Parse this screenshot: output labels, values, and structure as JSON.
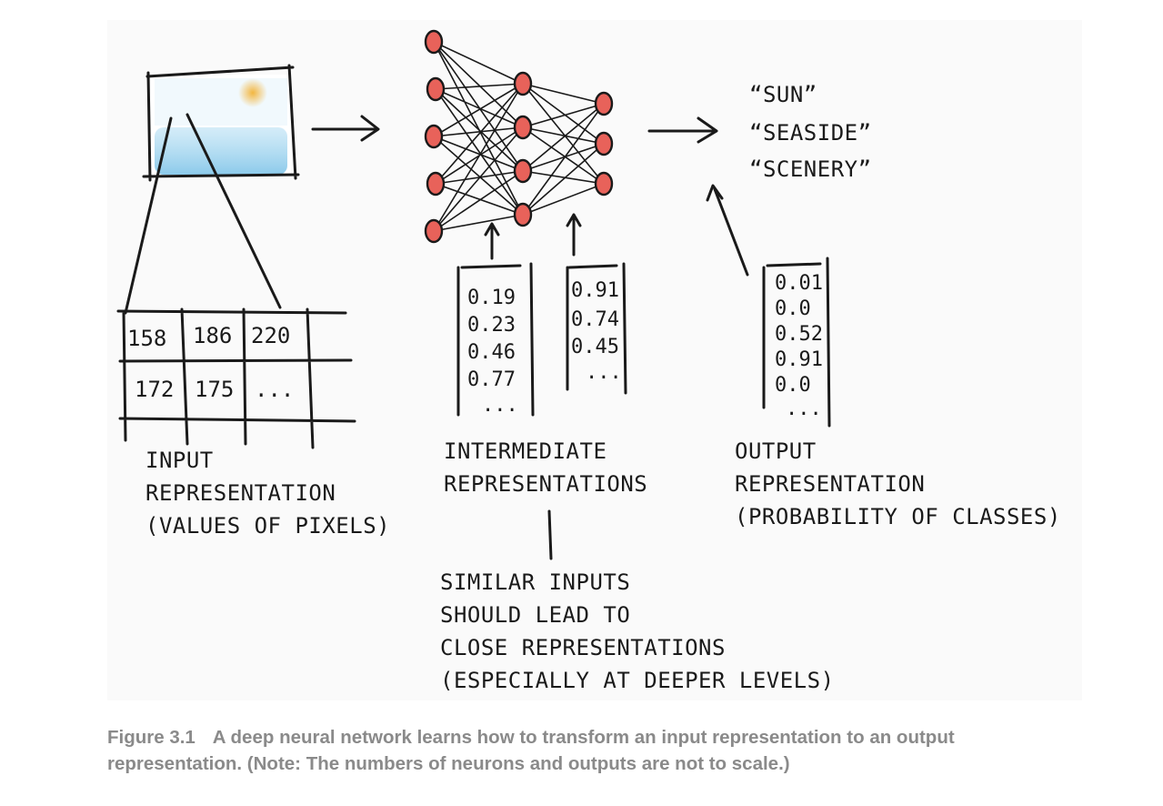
{
  "diagram": {
    "input": {
      "grid": {
        "rows": [
          [
            "158",
            "186",
            "220"
          ],
          [
            "172",
            "175",
            "..."
          ]
        ]
      },
      "label_lines": [
        "INPUT",
        "REPRESENTATION",
        "(VALUES OF PIXELS)"
      ]
    },
    "intermediate": {
      "vectors": [
        [
          "0.19",
          "0.23",
          "0.46",
          "0.77",
          "..."
        ],
        [
          "0.91",
          "0.74",
          "0.45",
          "..."
        ]
      ],
      "label_lines": [
        "INTERMEDIATE",
        "REPRESENTATIONS"
      ],
      "note_lines": [
        "SIMILAR INPUTS",
        "SHOULD LEAD TO",
        "CLOSE REPRESENTATIONS",
        "(ESPECIALLY AT DEEPER LEVELS)"
      ]
    },
    "output": {
      "classes": [
        "“SUN”",
        "“SEASIDE”",
        "“SCENERY”"
      ],
      "vector": [
        "0.01",
        "0.0",
        "0.52",
        "0.91",
        "0.0",
        "..."
      ],
      "label_lines": [
        "OUTPUT",
        "REPRESENTATION",
        "(PROBABILITY OF CLASSES)"
      ]
    },
    "network": {
      "layers": [
        5,
        4,
        3
      ]
    },
    "colors": {
      "neuron": "#e8625a",
      "ink": "#1a1a1a",
      "sun": "#f2b640",
      "water": "#8ccbea",
      "caption": "#8a8a8a"
    }
  },
  "caption": {
    "figure_number": "Figure 3.1",
    "text": "A deep neural network learns how to transform an input representation to an output representation. (Note: The numbers of neurons and outputs are not to scale.)"
  }
}
